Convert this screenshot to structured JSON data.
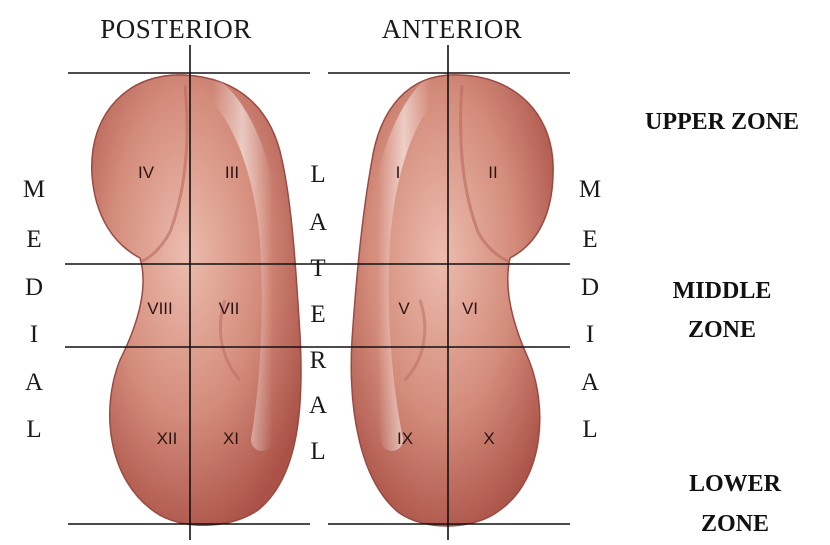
{
  "headers": {
    "posterior": "POSTERIOR",
    "anterior": "ANTERIOR"
  },
  "side_labels": {
    "medial_left": [
      "M",
      "E",
      "D",
      "I",
      "A",
      "L"
    ],
    "lateral": [
      "L",
      "A",
      "T",
      "E",
      "R",
      "A",
      "L"
    ],
    "medial_right": [
      "M",
      "E",
      "D",
      "I",
      "A",
      "L"
    ]
  },
  "zones": {
    "upper": [
      "UPPER ZONE"
    ],
    "middle": [
      "MIDDLE",
      "ZONE"
    ],
    "lower": [
      "LOWER",
      "ZONE"
    ]
  },
  "segments": {
    "posterior": [
      "IV",
      "III",
      "VIII",
      "VII",
      "XII",
      "XI"
    ],
    "anterior": [
      "I",
      "II",
      "V",
      "VI",
      "IX",
      "X"
    ]
  },
  "colors": {
    "kidney_light": "#e9b3a5",
    "kidney_mid": "#cf8070",
    "kidney_dark": "#a9534a",
    "lines": "#111111"
  }
}
